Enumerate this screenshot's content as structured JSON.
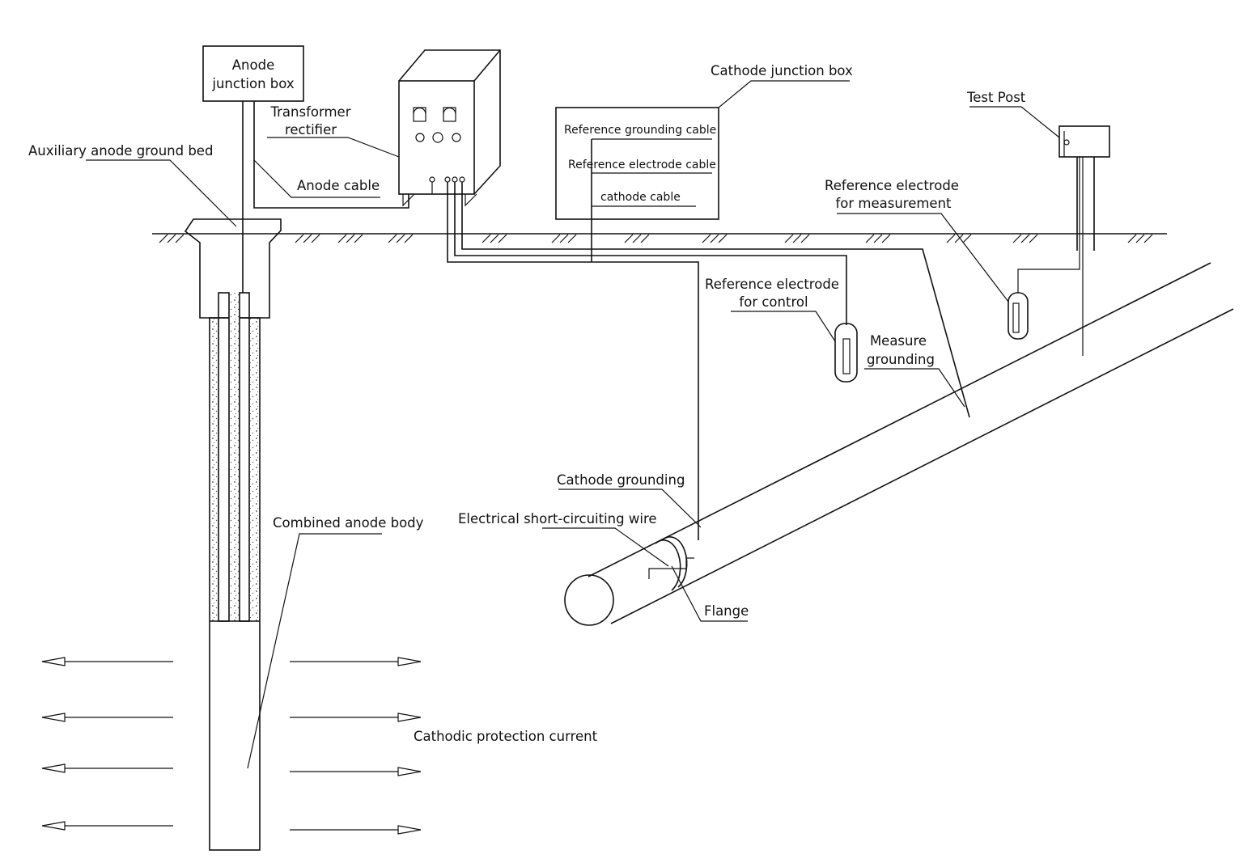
{
  "labels": {
    "anode_junction_box_l1": "Anode",
    "anode_junction_box_l2": "junction box",
    "transformer_rectifier_l1": "Transformer",
    "transformer_rectifier_l2": "rectifier",
    "auxiliary_anode_ground_bed": "Auxiliary anode ground bed",
    "anode_cable": "Anode cable",
    "cathode_junction_box": "Cathode junction box",
    "reference_grounding_cable": "Reference grounding cable",
    "reference_electrode_cable": "Reference electrode cable",
    "cathode_cable": "cathode cable",
    "test_post": "Test Post",
    "ref_electrode_measurement_l1": "Reference electrode",
    "ref_electrode_measurement_l2": "for measurement",
    "ref_electrode_control_l1": "Reference electrode",
    "ref_electrode_control_l2": "for control",
    "measure_grounding_l1": "Measure",
    "measure_grounding_l2": "grounding",
    "cathode_grounding": "Cathode grounding",
    "electrical_short_circuiting_wire": "Electrical short-circuiting wire",
    "flange": "Flange",
    "combined_anode_body": "Combined anode body",
    "cathodic_protection_current": "Cathodic protection current"
  },
  "colors": {
    "line": "#111111",
    "background": "#ffffff"
  }
}
